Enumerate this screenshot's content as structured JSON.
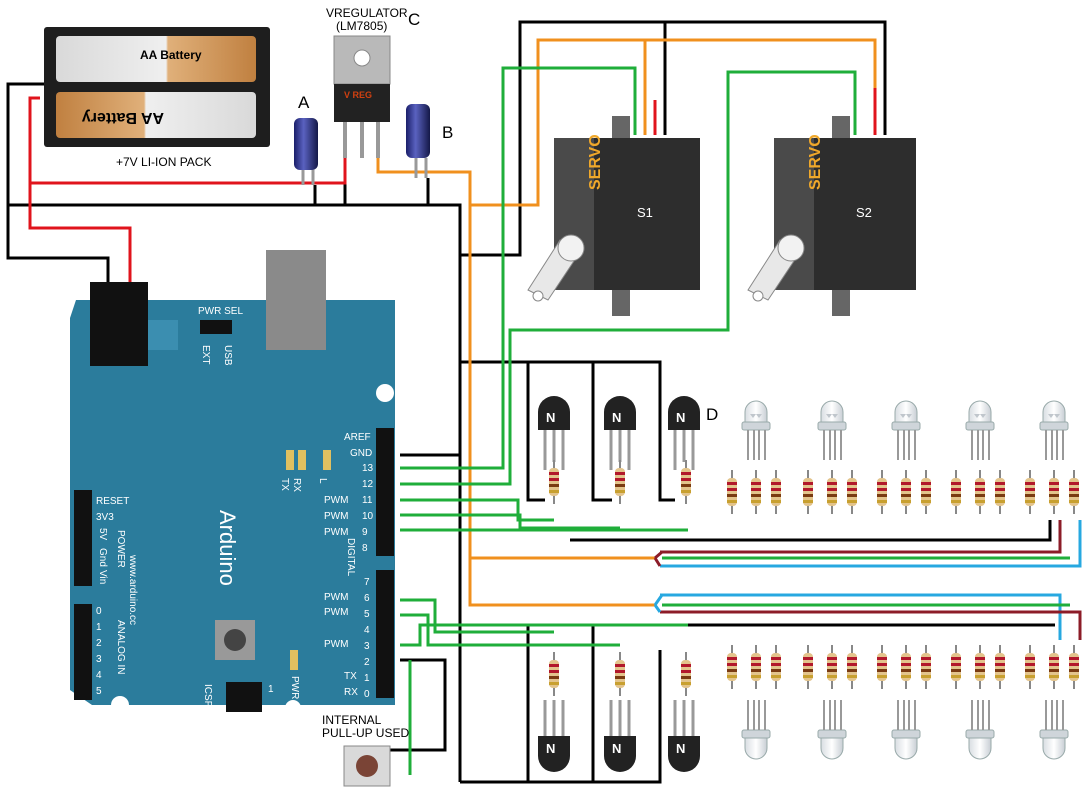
{
  "labels": {
    "battery_top": "AA Battery",
    "battery_bottom": "AA Battery",
    "battery_pack": "+7V LI-ION PACK",
    "vreg_line1": "VREGULATOR",
    "vreg_line2": "(LM7805)",
    "vreg_chip": "V REG",
    "cap_a": "A",
    "cap_b": "B",
    "vreg_c": "C",
    "transistor_d": "D",
    "servo_word": "SERVO",
    "servo1": "S1",
    "servo2": "S2",
    "transistor_n": "N",
    "button_caption_line1": "INTERNAL",
    "button_caption_line2": "PULL-UP USED"
  },
  "arduino": {
    "brand": "Arduino",
    "url": "www.arduino.cc",
    "pwr_sel": "PWR SEL",
    "ext": "EXT",
    "usb": "USB",
    "aref": "AREF",
    "gnd": "GND",
    "tx_led": "TX",
    "rx_led": "RX",
    "l_led": "L",
    "pwm": "PWM",
    "pwr_led": "PWR",
    "digital": "DIGITAL",
    "reset": "RESET",
    "v33": "3V3",
    "v5": "5V",
    "gnd_left": "Gnd",
    "vin": "Vin",
    "power": "POWER",
    "analog_in": "ANALOG IN",
    "icsp": "ICSP",
    "pin_tx": "TX",
    "pin_rx": "RX",
    "digital_pins_top": [
      "13",
      "12",
      "11",
      "10",
      "9",
      "8"
    ],
    "digital_pins_bottom": [
      "7",
      "6",
      "5",
      "4",
      "3",
      "2",
      "1",
      "0"
    ],
    "analog_pins": [
      "0",
      "1",
      "2",
      "3",
      "4",
      "5"
    ],
    "icsp_one": "1"
  },
  "colors": {
    "wire_black": "#000000",
    "wire_red": "#e0141c",
    "wire_orange": "#f0901e",
    "wire_green": "#1fae3a",
    "wire_blue": "#27a8e0",
    "wire_maroon": "#8c1c28",
    "board_teal": "#2b7c9c",
    "servo_dark": "#2d2d2d",
    "servo_label": "#f0a82a"
  }
}
